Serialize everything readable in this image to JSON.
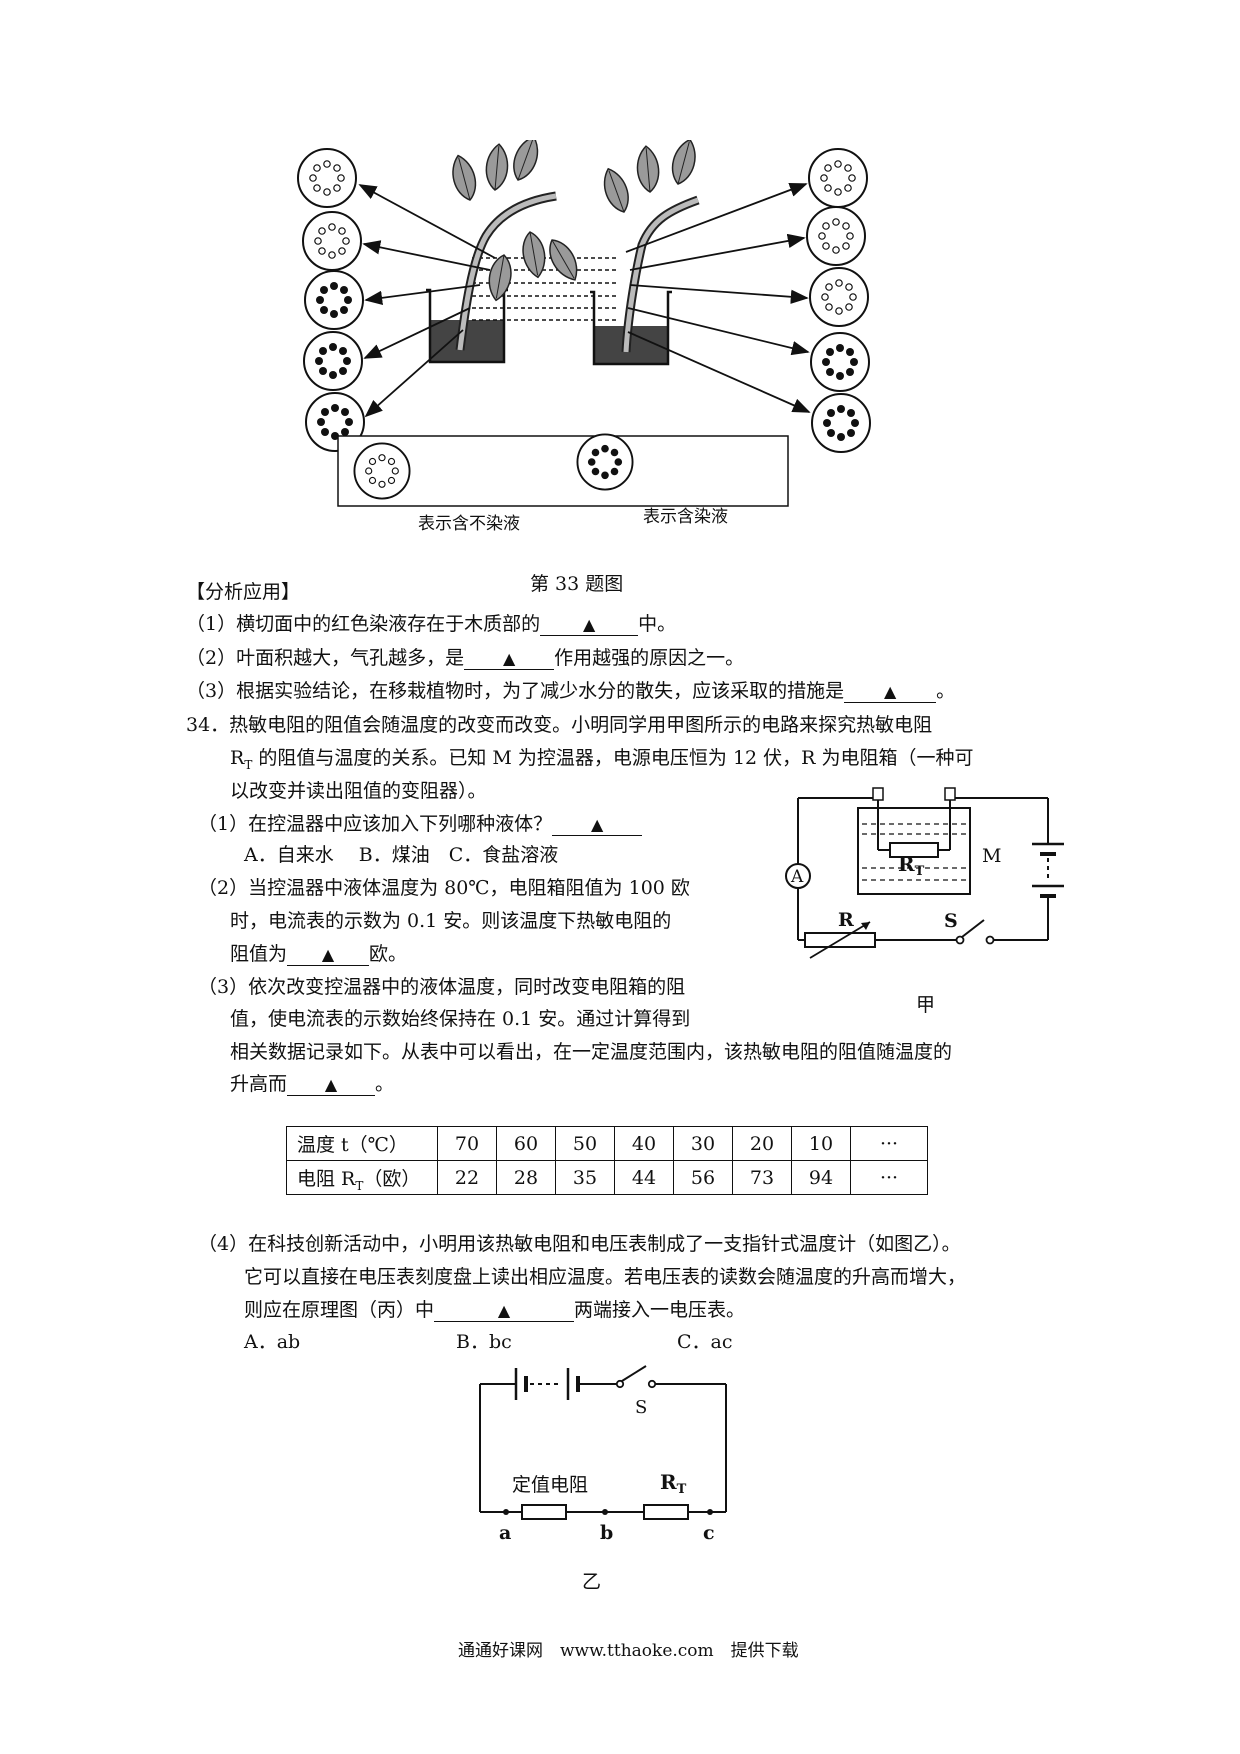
{
  "figure33": {
    "legend_clear": "表示含不染液",
    "legend_dyed": "表示含染液",
    "caption": "第 33 题图"
  },
  "analysis": {
    "heading": "【分析应用】",
    "items": [
      {
        "pre": "（1）横切面中的红色染液存在于木质部的",
        "post": "中。"
      },
      {
        "pre": "（2）叶面积越大，气孔越多，是",
        "post": "作用越强的原因之一。"
      },
      {
        "pre": "（3）根据实验结论，在移栽植物时，为了减少水分的散失，应该采取的措施是",
        "post": "。"
      }
    ]
  },
  "blank_mark": "▲",
  "q34": {
    "intro1": "34．热敏电阻的阻值会随温度的改变而改变。小明同学用甲图所示的电路来探究热敏电阻",
    "intro2_rt": "R",
    "intro2_sub": "T",
    "intro2": "的阻值与温度的关系。已知 M 为控温器，电源电压恒为 12 伏，R 为电阻箱（一种可",
    "intro3": "以改变并读出阻值的变阻器）。",
    "p1": "（1）在控温器中应该加入下列哪种液体？",
    "p1_options": "A．自来水　 B．煤油　C．食盐溶液",
    "p2a": "（2）当控温器中液体温度为 80℃，电阻箱阻值为 100 欧",
    "p2b": "时，电流表的示数为 0.1 安。则该温度下热敏电阻的",
    "p2c_pre": "阻值为",
    "p2c_post": "欧。",
    "p3a": "（3）依次改变控温器中的液体温度，同时改变电阻箱的阻",
    "p3b": "值，使电流表的示数始终保持在 0.1 安。通过计算得到",
    "p3c": "相关数据记录如下。从表中可以看出，在一定温度范围内，该热敏电阻的阻值随温度的",
    "p3d_pre": "升高而",
    "p3d_post": "。",
    "p4a": "（4）在科技创新活动中，小明用该热敏电阻和电压表制成了一支指针式温度计（如图乙）。",
    "p4b": "它可以直接在电压表刻度盘上读出相应温度。若电压表的读数会随温度的升高而增大，",
    "p4c_pre": "则应在原理图（丙）中",
    "p4c_post": "两端接入一电压表。",
    "p4_options": [
      "A．ab",
      "B．bc",
      "C．ac"
    ]
  },
  "table": {
    "row1_label": "温度 t（℃）",
    "row2_label_pre": "电阻 R",
    "row2_label_sub": "T",
    "row2_label_post": "（欧）",
    "temps": [
      "70",
      "60",
      "50",
      "40",
      "30",
      "20",
      "10",
      "···"
    ],
    "resistances": [
      "22",
      "28",
      "35",
      "44",
      "56",
      "73",
      "94",
      "···"
    ]
  },
  "circuit_jia": {
    "ammeter": "A",
    "rt": "R",
    "rt_sub": "T",
    "m": "M",
    "r": "R",
    "s": "S",
    "caption": "甲"
  },
  "circuit_yi": {
    "s": "S",
    "fixed_resistor": "定值电阻",
    "rt": "R",
    "rt_sub": "T",
    "a": "a",
    "b": "b",
    "c": "c",
    "caption": "乙"
  },
  "footer": "通通好课网　www.tthaoke.com　提供下载"
}
